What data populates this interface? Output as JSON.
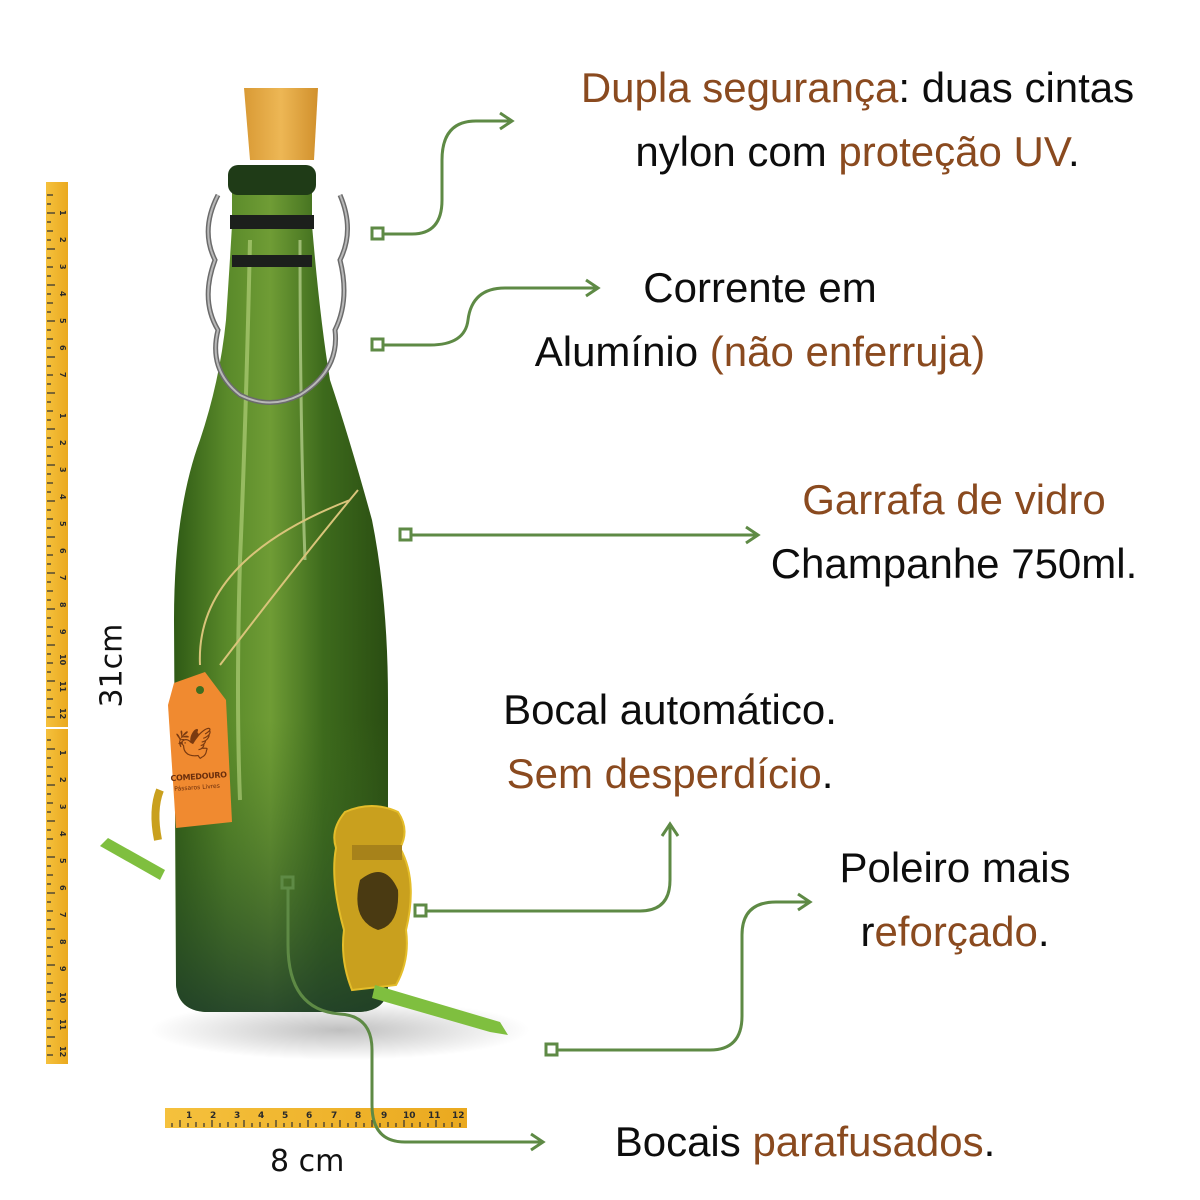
{
  "colors": {
    "highlight": "#8a4a1f",
    "text": "#0d0d0d",
    "connector": "#5e8a45",
    "ruler": "#f2b52a",
    "bottle": "#3f6e1f",
    "cork": "#e0a640",
    "feeder": "#c9a01e",
    "perch": "#7fbf3f",
    "tag": "#f08a30"
  },
  "callouts": [
    {
      "id": "dupla",
      "parts": [
        {
          "text": "Dupla segurança",
          "hl": true
        },
        {
          "text": ": duas cintas",
          "hl": false
        }
      ],
      "line2": [
        {
          "text": "nylon com ",
          "hl": false
        },
        {
          "text": "proteção UV",
          "hl": true
        },
        {
          "text": ".",
          "hl": false
        }
      ]
    },
    {
      "id": "corrente",
      "parts": [
        {
          "text": "Corrente em",
          "hl": false
        }
      ],
      "line2": [
        {
          "text": "Alumínio ",
          "hl": false
        },
        {
          "text": "(não enferruja)",
          "hl": true
        }
      ]
    },
    {
      "id": "garrafa",
      "parts": [
        {
          "text": "Garrafa de vidro",
          "hl": true
        }
      ],
      "line2": [
        {
          "text": "Champanhe 750ml.",
          "hl": false
        }
      ]
    },
    {
      "id": "bocal",
      "parts": [
        {
          "text": "Bocal automático.",
          "hl": false
        }
      ],
      "line2": [
        {
          "text": "Sem desperdício",
          "hl": true
        },
        {
          "text": ".",
          "hl": false
        }
      ]
    },
    {
      "id": "poleiro",
      "parts": [
        {
          "text": "Poleiro mais",
          "hl": false
        }
      ],
      "line2": [
        {
          "text": "r",
          "hl": false
        },
        {
          "text": "eforçado",
          "hl": true
        },
        {
          "text": ".",
          "hl": false
        }
      ]
    },
    {
      "id": "bocais",
      "parts": [
        {
          "text": "Bocais ",
          "hl": false
        },
        {
          "text": "parafusados",
          "hl": true
        },
        {
          "text": ".",
          "hl": false
        }
      ]
    }
  ],
  "dimensions": {
    "height_label": "31cm",
    "width_label": "8 cm"
  },
  "tag": {
    "brand": "COMEDOURO",
    "subtitle": "Pássaros Livres",
    "icon": "bird-icon"
  },
  "ruler": {
    "vertical_numbers": [
      "1",
      "2",
      "3",
      "4",
      "5",
      "6",
      "7",
      "8",
      "9",
      "10",
      "11",
      "12"
    ],
    "horizontal_numbers": [
      "1",
      "2",
      "3",
      "4",
      "5",
      "6",
      "7",
      "8",
      "9",
      "10",
      "11",
      "12"
    ]
  }
}
